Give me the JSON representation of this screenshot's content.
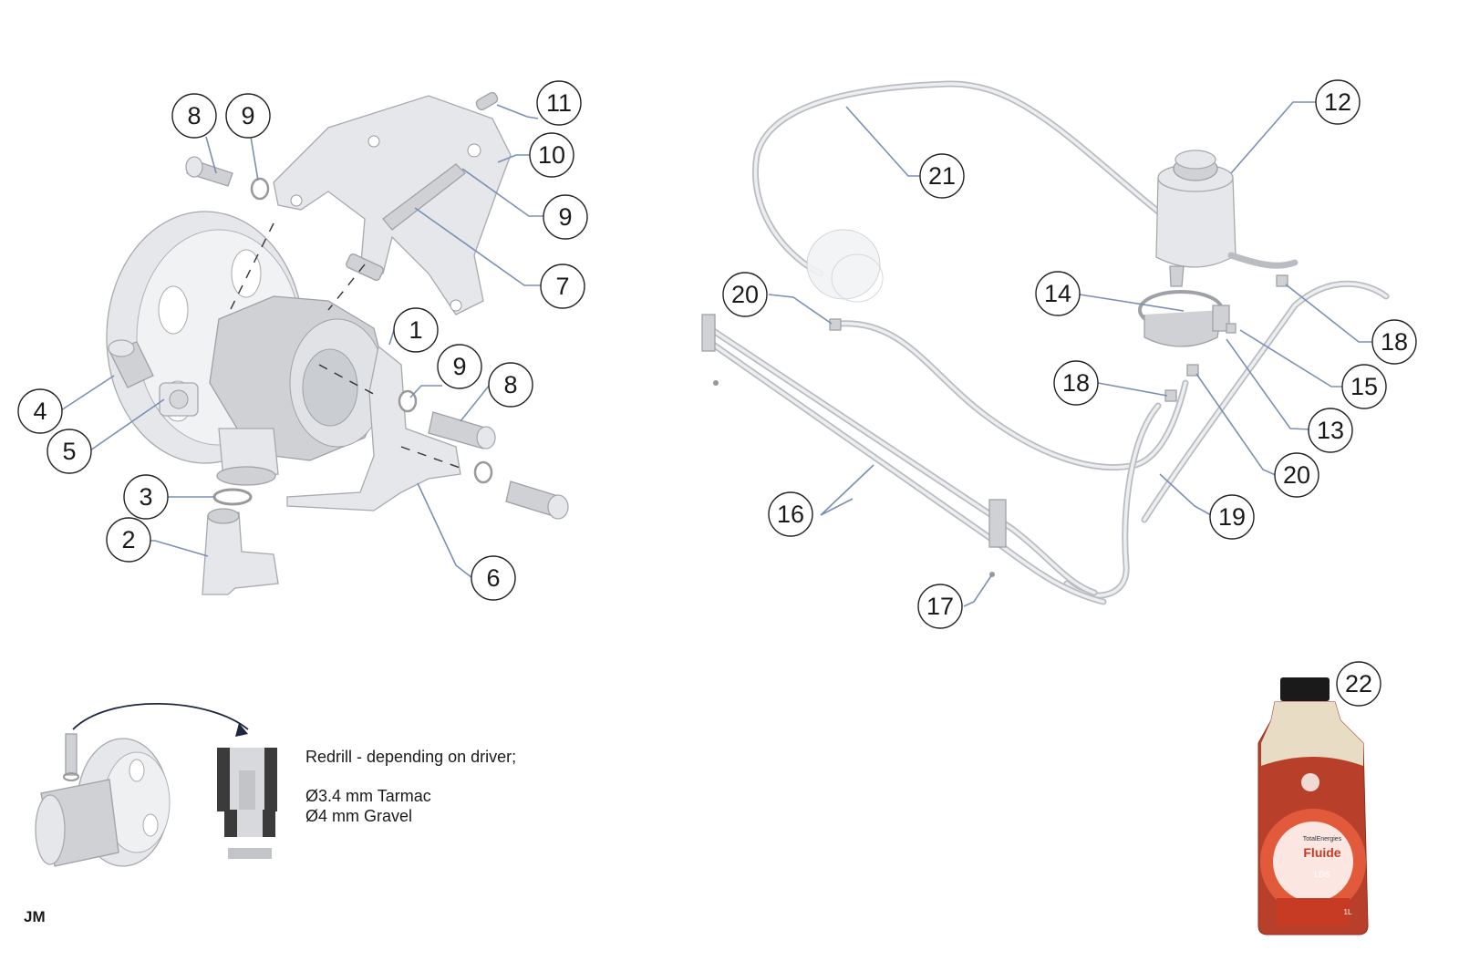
{
  "callouts": {
    "c1": "1",
    "c2": "2",
    "c3": "3",
    "c4": "4",
    "c5": "5",
    "c6": "6",
    "c7": "7",
    "c8a": "8",
    "c8b": "8",
    "c9a": "9",
    "c9b": "9",
    "c9c": "9",
    "c10": "10",
    "c11": "11",
    "c12": "12",
    "c13": "13",
    "c14": "14",
    "c15": "15",
    "c16": "16",
    "c17": "17",
    "c18a": "18",
    "c18b": "18",
    "c19": "19",
    "c20a": "20",
    "c20b": "20",
    "c21": "21",
    "c22": "22"
  },
  "note": {
    "line1": "Redrill - depending on driver;",
    "line2": "Ø3.4 mm Tarmac",
    "line3": "Ø4 mm Gravel"
  },
  "signature": "JM",
  "bottle": {
    "brand": "TotalEnergies",
    "product": "Fluide",
    "grade": "LDS",
    "volume": "1L"
  },
  "colors": {
    "leader": "#7b8fb5",
    "part": "#e6e7ea",
    "bottle_fluid": "#b8402a",
    "bottle_label": "#e25a3c"
  }
}
